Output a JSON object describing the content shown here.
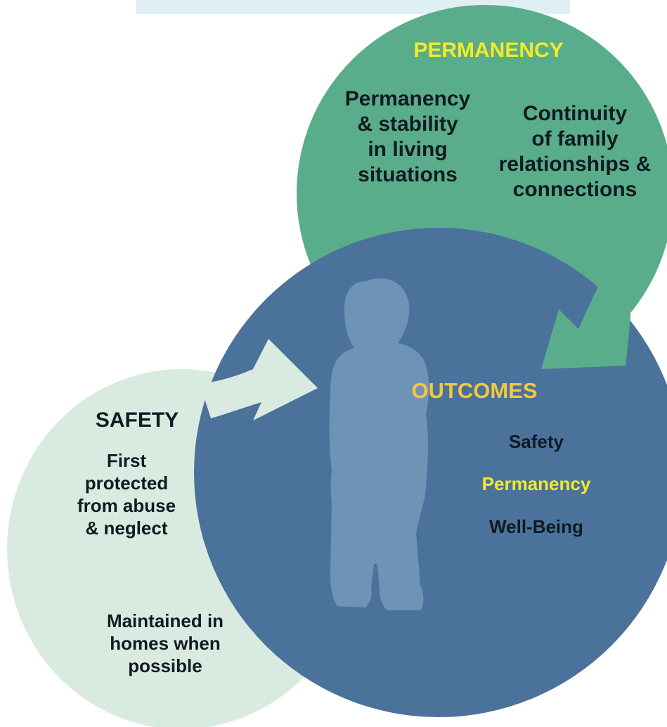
{
  "colors": {
    "top_bar": "#dff0f5",
    "permanency_circle": "#5aad8a",
    "outcomes_circle": "#4a729b",
    "safety_circle": "#d9ebe1",
    "child_silhouette": "#6f93b7",
    "highlight_yellow": "#f2ea2a",
    "outcomes_title_gold": "#f3c840",
    "text_dark": "#111a22"
  },
  "permanency": {
    "title": "PERMANENCY",
    "item1": "Permanency\n& stability\nin living\nsituations",
    "item2": "Continuity\nof  family\nrelationships &\nconnections"
  },
  "outcomes": {
    "title": "OUTCOMES",
    "items": [
      "Safety",
      "Permanency",
      "Well-Being"
    ]
  },
  "safety": {
    "title": "SAFETY",
    "item1": "First\nprotected\nfrom abuse\n& neglect",
    "item2": "Maintained in\nhomes when\npossible"
  }
}
